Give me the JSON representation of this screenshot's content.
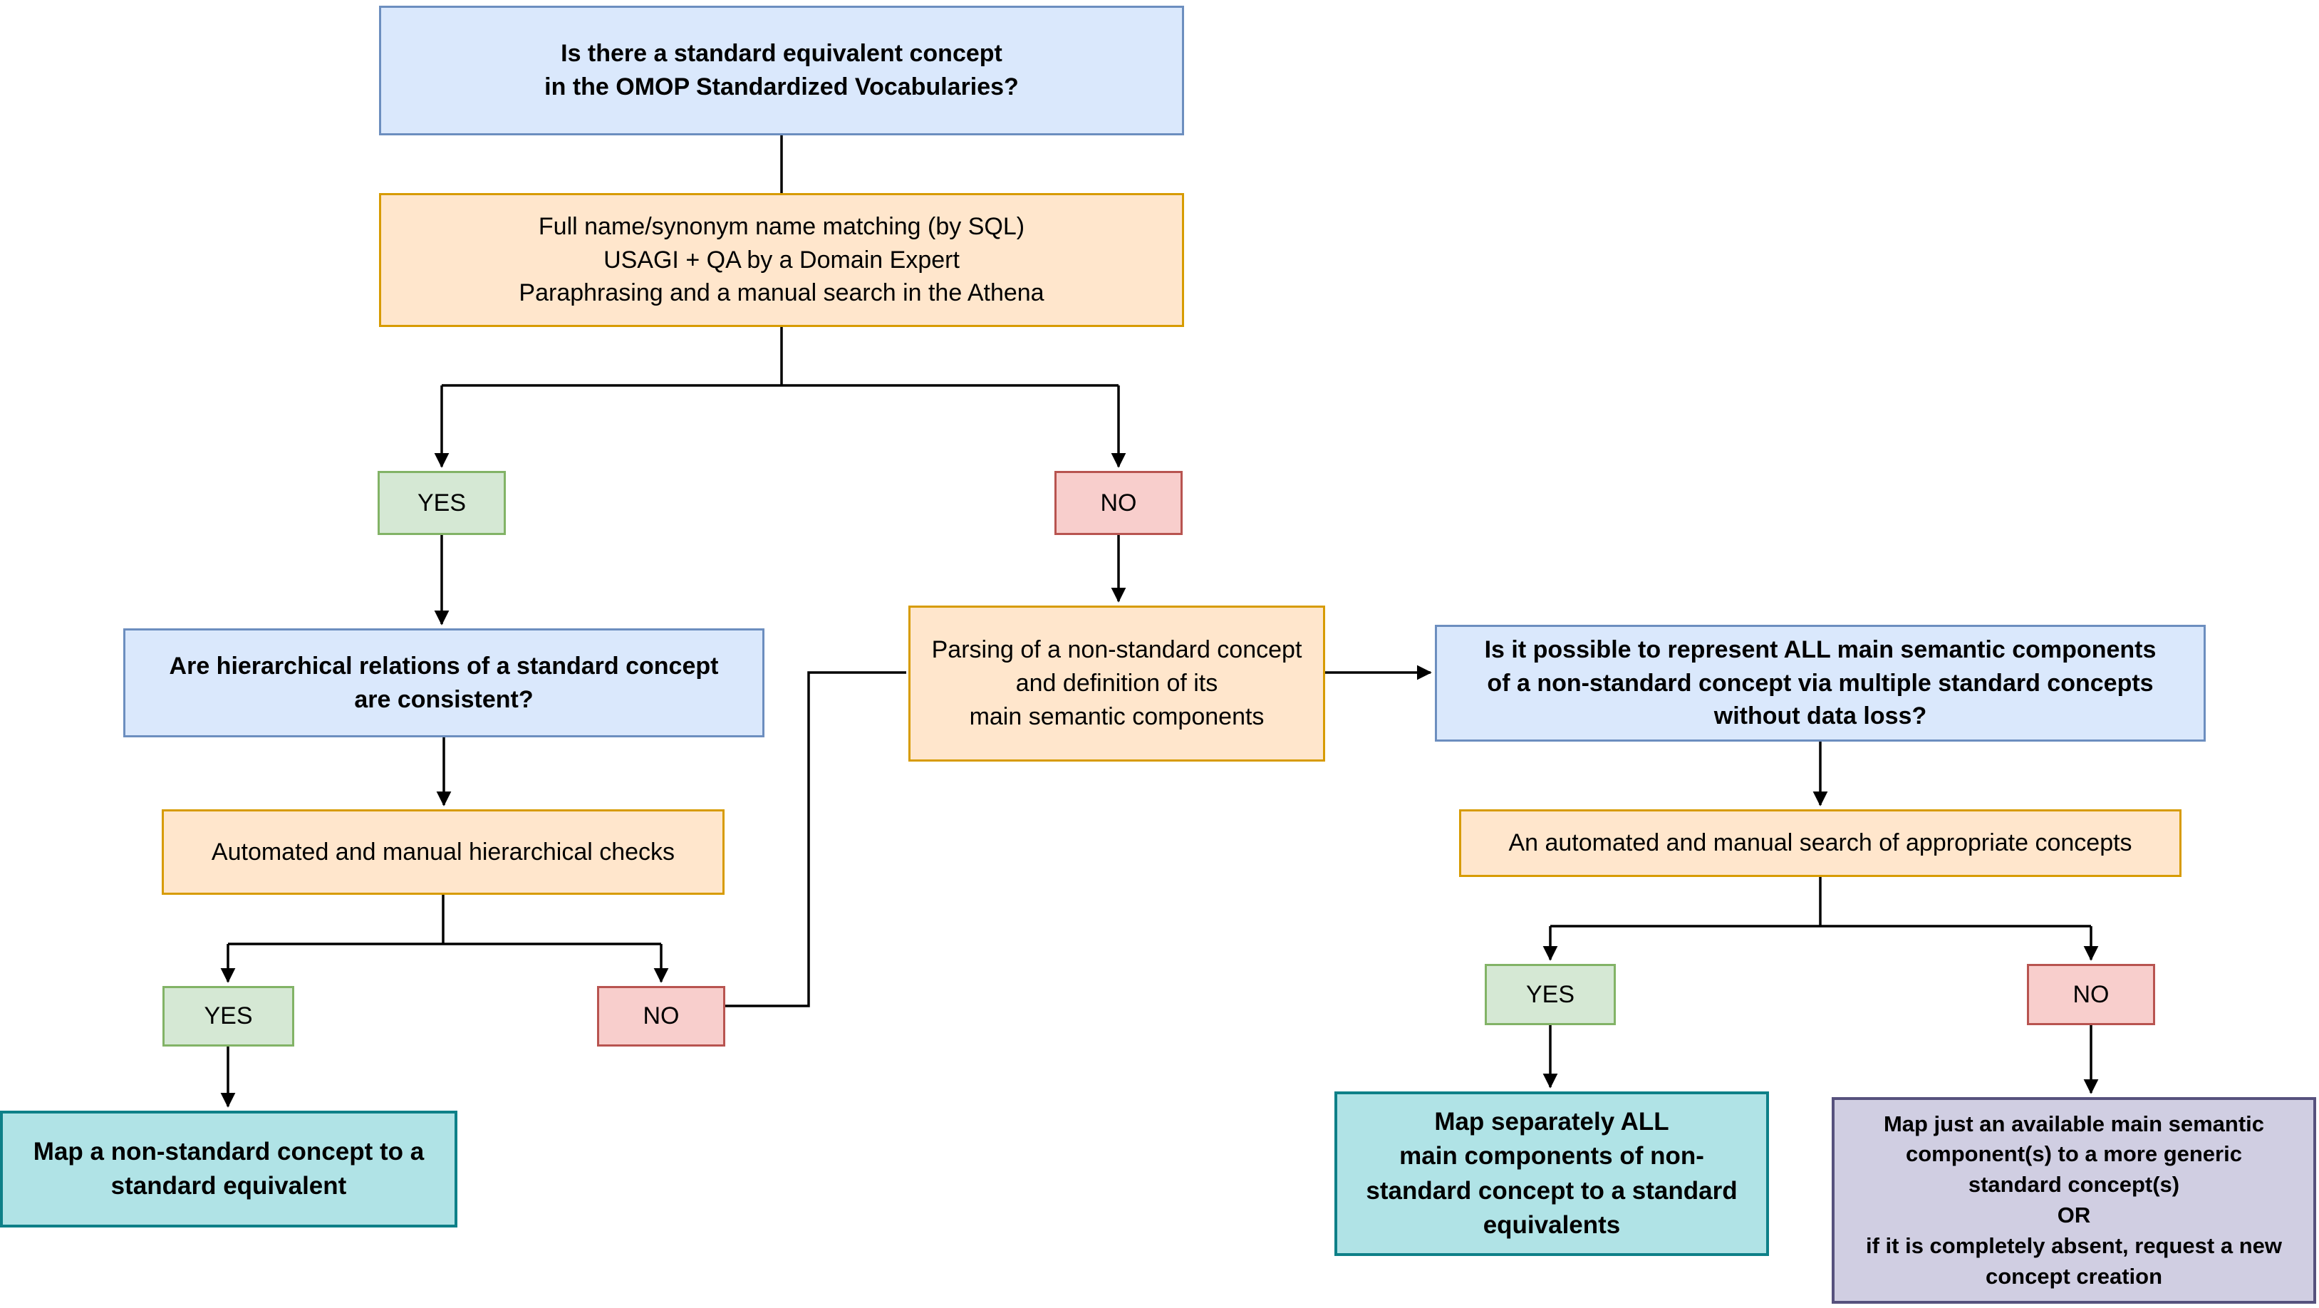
{
  "flowchart": {
    "nodes": {
      "q_standard_equivalent": "Is there a standard equivalent concept\nin the OMOP Standardized Vocabularies?",
      "matching_methods": "Full name/synonym name matching (by SQL)\nUSAGI + QA by a Domain Expert\nParaphrasing and a manual search in the Athena",
      "decision1_yes": "YES",
      "decision1_no": "NO",
      "q_hierarchical_relations": "Are hierarchical relations of a standard concept\nare consistent?",
      "parsing_non_standard": "Parsing of a non-standard concept\nand definition of its\nmain semantic components",
      "q_represent_all_components": "Is it possible to represent ALL main semantic components\nof a non-standard concept via multiple standard concepts\nwithout data loss?",
      "hierarchical_checks": "Automated and manual hierarchical checks",
      "search_appropriate_concepts": "An automated and manual search of appropriate concepts",
      "decision2_yes": "YES",
      "decision2_no": "NO",
      "decision3_yes": "YES",
      "decision3_no": "NO",
      "map_to_standard_equivalent": "Map a non-standard concept to a\nstandard equivalent",
      "map_all_main_components": "Map separately ALL\nmain components of non-\nstandard concept to a standard\nequivalents",
      "map_generic_or_new_concept": "Map just an available main semantic\ncomponent(s) to a more generic\nstandard concept(s)\nOR\nif it is completely absent, request a new\nconcept creation"
    },
    "colors": {
      "question_fill": "#dae8fc",
      "question_border": "#6c8ebf",
      "process_fill": "#ffe6cc",
      "process_border": "#d79b00",
      "yes_fill": "#d5e8d4",
      "yes_border": "#82b366",
      "no_fill": "#f8cecc",
      "no_border": "#b85450",
      "outcome_teal_fill": "#b0e3e6",
      "outcome_teal_border": "#0e8088",
      "outcome_purple_fill": "#d0cee2",
      "outcome_purple_border": "#56517d",
      "connector": "#000000"
    }
  }
}
